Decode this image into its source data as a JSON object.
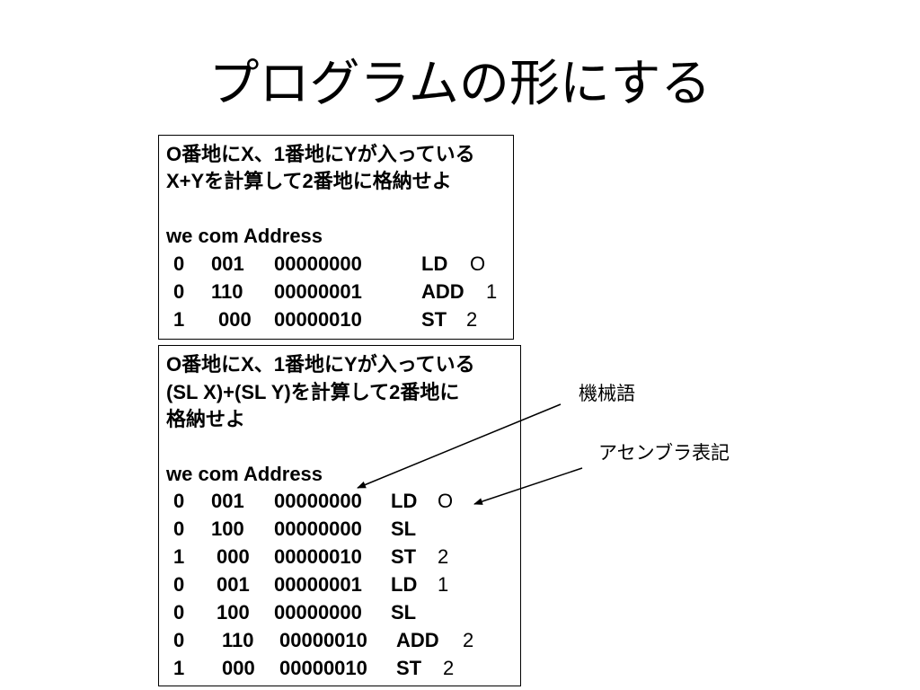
{
  "title": "プログラムの形にする",
  "box1": {
    "desc": [
      "O番地にX、1番地にYが入っている",
      "X+Yを計算して2番地に格納せよ"
    ],
    "header": "we com  Address",
    "rows": [
      [
        "0",
        "001",
        "00000000",
        "LD",
        "O"
      ],
      [
        "0",
        "110",
        "00000001",
        "ADD",
        "1"
      ],
      [
        "1",
        "000",
        "00000010",
        "ST",
        "2"
      ]
    ]
  },
  "box2": {
    "desc": [
      "O番地にX、1番地にYが入っている",
      "(SL X)+(SL Y)を計算して2番地に",
      "格納せよ"
    ],
    "header": "we com  Address",
    "rows": [
      [
        "0",
        "001",
        "00000000",
        "LD",
        "O"
      ],
      [
        "0",
        "100",
        "00000000",
        "SL",
        ""
      ],
      [
        "1",
        "000",
        "00000010",
        "ST",
        "2"
      ],
      [
        "0",
        "001",
        "00000001",
        "LD",
        "1"
      ],
      [
        "0",
        "100",
        "00000000",
        "SL",
        ""
      ],
      [
        "0",
        "110",
        "00000010",
        "ADD",
        "2"
      ],
      [
        "1",
        "000",
        "00000010",
        "ST",
        "2"
      ]
    ]
  },
  "labels": {
    "machine_language": "機械語",
    "assembly_notation": "アセンブラ表記"
  },
  "colors": {
    "text": "#000000",
    "background": "#ffffff",
    "border": "#000000"
  }
}
